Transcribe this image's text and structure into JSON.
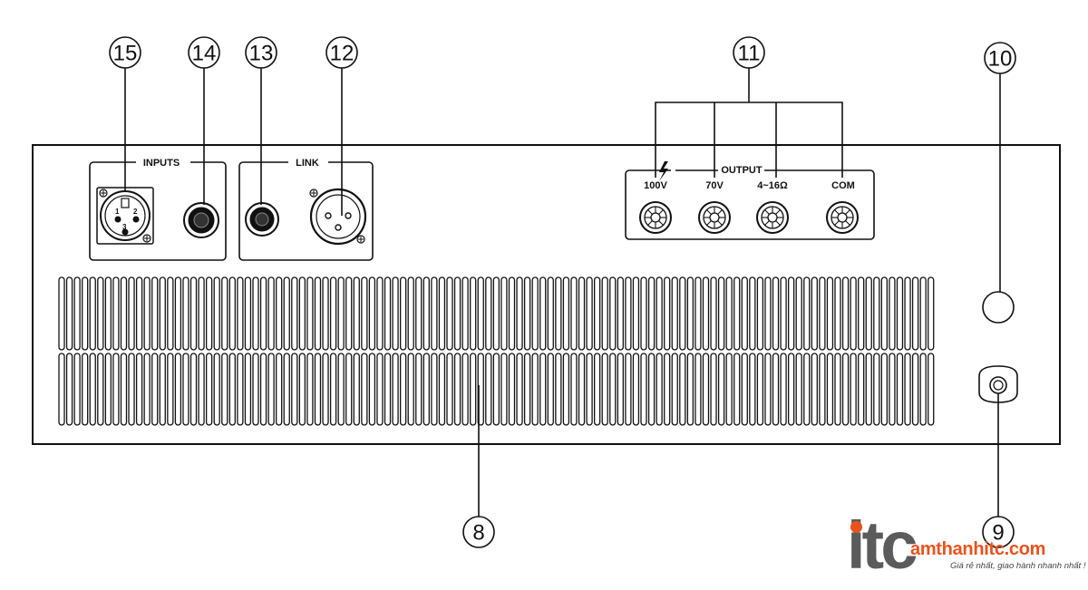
{
  "callouts": {
    "c15": "15",
    "c14": "14",
    "c13": "13",
    "c12": "12",
    "c11": "11",
    "c10": "10",
    "c9": "9",
    "c8": "8"
  },
  "panel": {
    "inputs_label": "INPUTS",
    "link_label": "LINK",
    "output_label": "OUTPUT",
    "terminals": [
      "100V",
      "70V",
      "4~16Ω",
      "COM"
    ]
  },
  "brand": {
    "logo_text": "itc",
    "site": "amthanhitc.com",
    "slogan": "Giá rẻ nhất, giao hành nhanh nhất !"
  },
  "colors": {
    "line": "#111111",
    "brand_orange": "#e8531c",
    "brand_gray": "#5b5b5b"
  },
  "icons": {
    "xlr_male": "xlr-male-connector-icon",
    "jack": "quarter-inch-jack-icon",
    "xlr_female": "xlr-female-connector-icon",
    "binding_post": "binding-post-icon",
    "warning": "lightning-bolt-icon"
  }
}
